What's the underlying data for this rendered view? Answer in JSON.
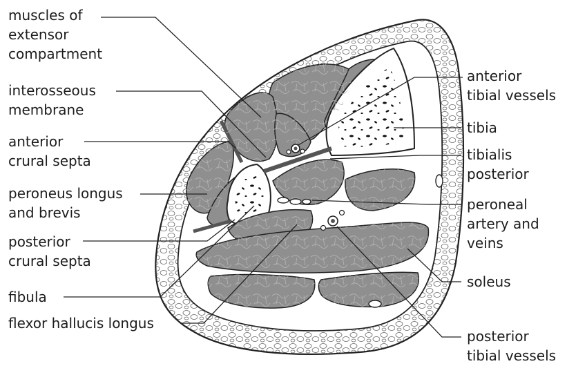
{
  "labels": {
    "muscles_extensor": [
      "muscles of",
      "extensor",
      "compartment"
    ],
    "interosseous": [
      "interosseous",
      "membrane"
    ],
    "anterior_crural": [
      "anterior",
      "crural septa"
    ],
    "peroneus": [
      "peroneus longus",
      "and brevis"
    ],
    "posterior_crural": [
      "posterior",
      "crural septa"
    ],
    "fibula": [
      "fibula"
    ],
    "fhl": [
      "flexor hallucis longus"
    ],
    "anterior_tibial": [
      "anterior",
      "tibial vessels"
    ],
    "tibia": [
      "tibia"
    ],
    "tibialis_posterior": [
      "tibialis",
      "posterior"
    ],
    "peroneal": [
      "peroneal",
      "artery and",
      "veins"
    ],
    "soleus": [
      "soleus"
    ],
    "posterior_tibial": [
      "posterior",
      "tibial vessels"
    ]
  },
  "colors": {
    "muscle": "#8f8f8f",
    "outline": "#222222",
    "fat": "#ffffff",
    "bone": "#ffffff",
    "septum": "#555555"
  }
}
